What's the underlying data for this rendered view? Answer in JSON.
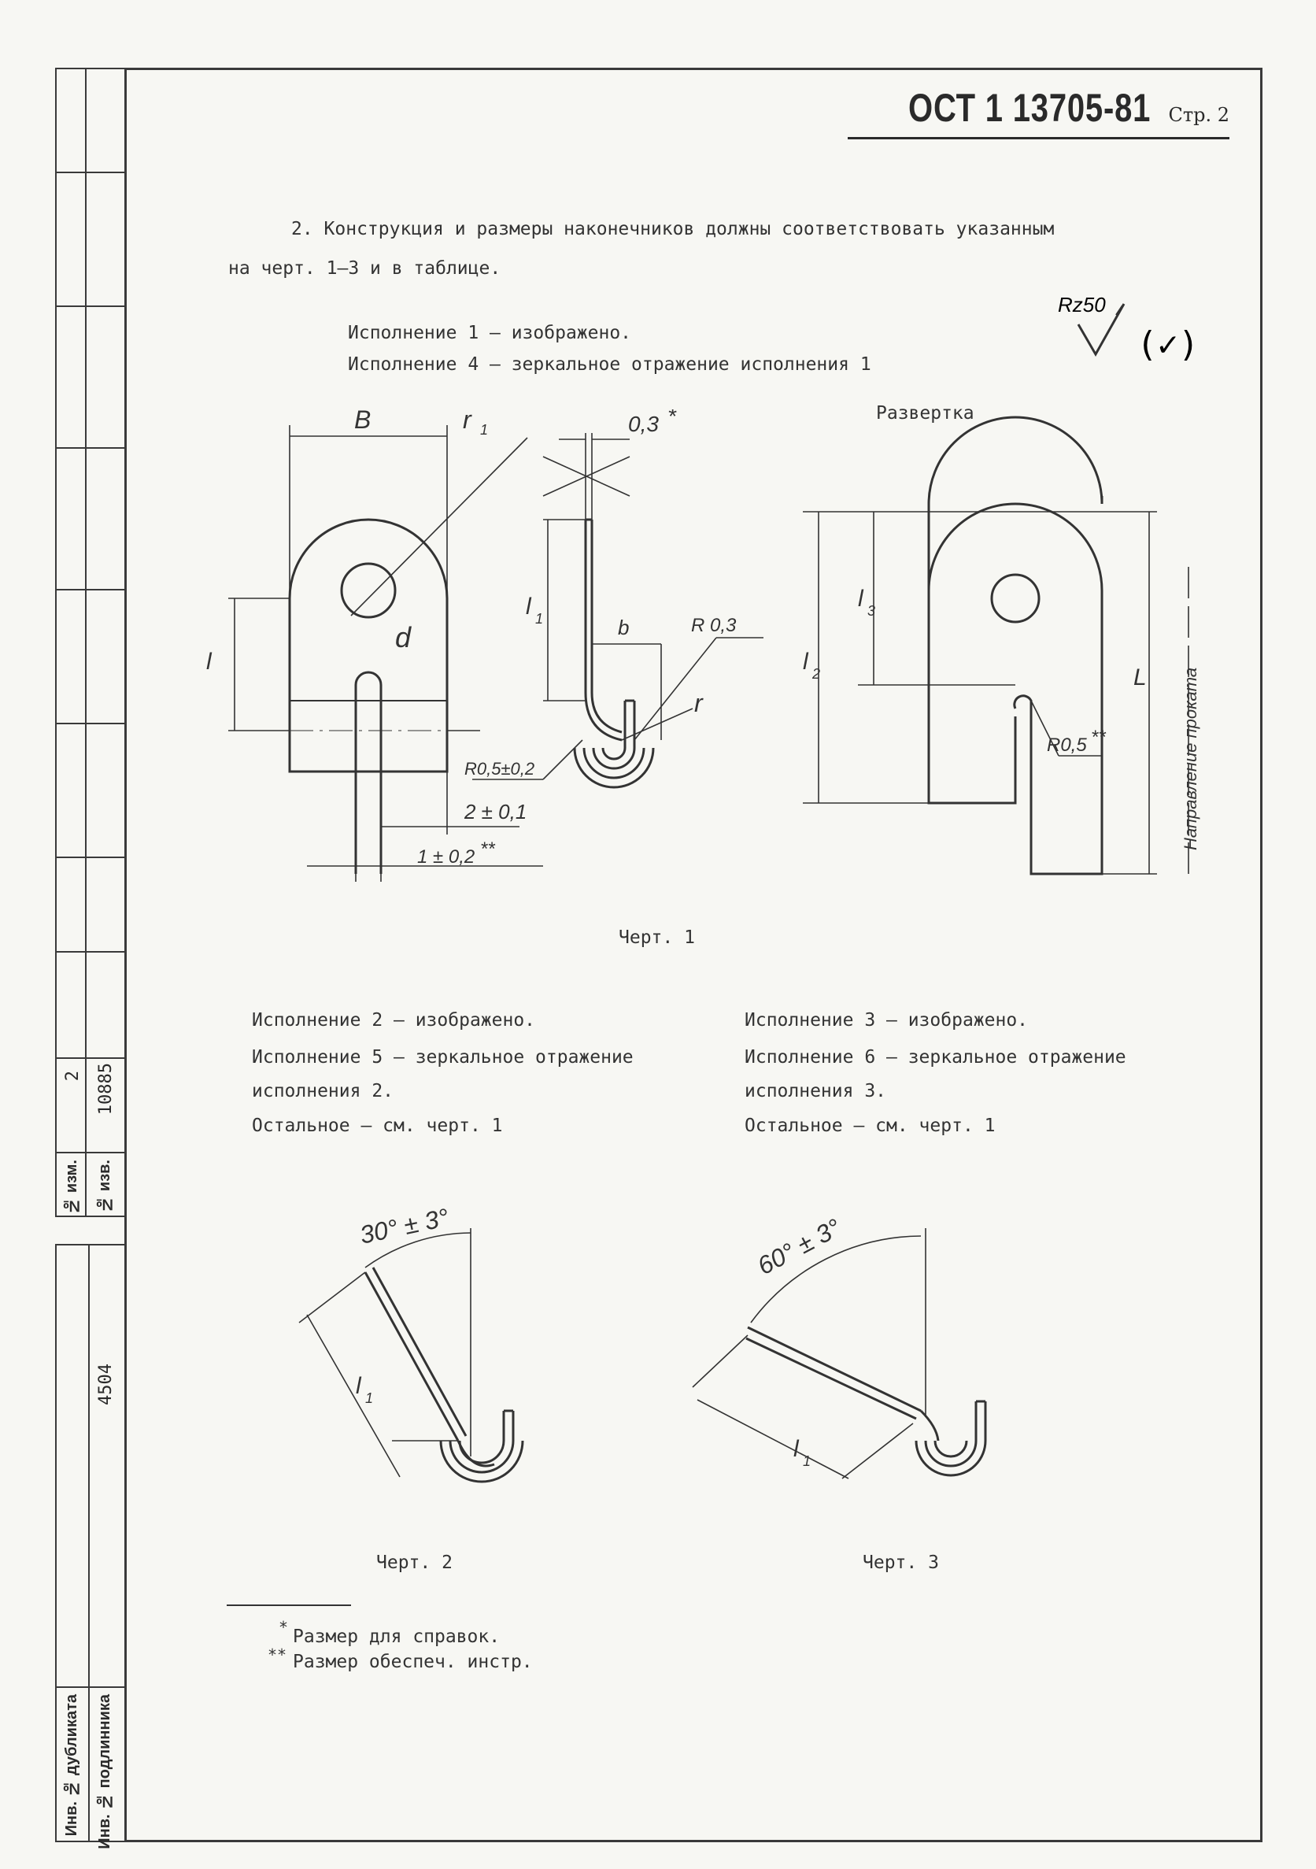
{
  "header": {
    "standard": "ОСТ 1 13705-81",
    "page": "Стр. 2"
  },
  "paragraph": {
    "line1": "2. Конструкция и размеры наконечников должны соответствовать указанным",
    "line2": "на черт. 1–3 и в таблице."
  },
  "roughness": {
    "main": "Rz50",
    "paren": "(✓)"
  },
  "variant_text_1": {
    "line1": "Исполнение 1 – изображено.",
    "line2": "Исполнение 4 – зеркальное отражение исполнения 1"
  },
  "fig1": {
    "caption": "Черт. 1",
    "razvertka": "Развертка",
    "labels": {
      "B": "B",
      "r1": "r",
      "r1_sub": "1",
      "d": "d",
      "l": "l",
      "t": "0,3",
      "ast": "*",
      "l1": "l",
      "l1_sub": "1",
      "b": "b",
      "R03": "R 0,3",
      "r": "r",
      "R05tol": "R0,5±0,2",
      "dim2": "2 ± 0,1",
      "dim1": "1 ± 0,2",
      "dim1_ast": "**",
      "l3": "l",
      "l3_sub": "3",
      "l2": "l",
      "l2_sub": "2",
      "L": "L",
      "R05": "R0,5",
      "R05_ast": "**",
      "rolling": "Направление проката"
    }
  },
  "variants_2_3": {
    "left": {
      "line1": "Исполнение 2 – изображено.",
      "line2": "Исполнение 5 – зеркальное отражение",
      "line3": "исполнения 2.",
      "line4": "Остальное – см. черт. 1"
    },
    "right": {
      "line1": "Исполнение 3 – изображено.",
      "line2": "Исполнение 6 – зеркальное отражение",
      "line3": "исполнения 3.",
      "line4": "Остальное – см. черт. 1"
    }
  },
  "fig2": {
    "angle": "30° ± 3°",
    "l1": "l",
    "l1_sub": "1",
    "caption": "Черт. 2"
  },
  "fig3": {
    "angle": "60° ± 3°",
    "l1": "l",
    "l1_sub": "1",
    "caption": "Черт. 3"
  },
  "footnotes": {
    "n1_mark": "*",
    "n1": "Размер для справок.",
    "n2_mark": "**",
    "n2": "Размер обеспеч. инстр."
  },
  "sidebar": {
    "izm_label": "№ изм.",
    "izm_value": "2",
    "izv_label": "№ изв.",
    "izv_value": "10885",
    "inv_dup_label": "Инв. № дубликата",
    "inv_podl_label": "Инв. № подлинника",
    "inv_podl_value": "4504"
  }
}
